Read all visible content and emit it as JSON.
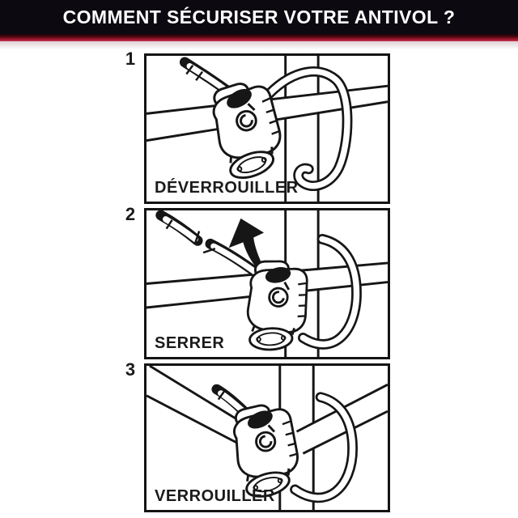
{
  "header": {
    "title": "COMMENT SÉCURISER VOTRE ANTIVOL ?"
  },
  "colors": {
    "banner_bg": "#0c0910",
    "banner_text": "#ffffff",
    "stripe_dark": "#47060f",
    "stripe_red": "#b82540",
    "ink": "#161616",
    "paper": "#ffffff"
  },
  "steps": [
    {
      "number": "1",
      "label": "DÉVERROUILLER"
    },
    {
      "number": "2",
      "label": "SERRER"
    },
    {
      "number": "3",
      "label": "VERROUILLER"
    }
  ]
}
